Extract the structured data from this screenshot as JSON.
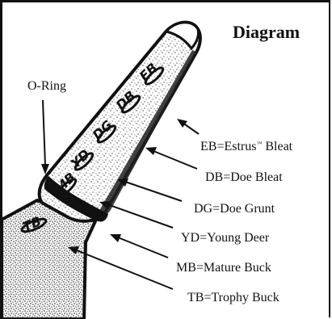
{
  "title": "Diagram",
  "oring_label": "O-Ring",
  "band_codes": [
    "EB",
    "DB",
    "DG",
    "YD",
    "MB",
    "TB"
  ],
  "callouts": [
    {
      "code": "EB",
      "text_before": "EB=Estrus",
      "trademark": "™",
      "text_after": " Bleat"
    },
    {
      "code": "DB",
      "text": "DB=Doe Bleat"
    },
    {
      "code": "DG",
      "text": "DG=Doe Grunt"
    },
    {
      "code": "YD",
      "text": "YD=Young Deer"
    },
    {
      "code": "MB",
      "text": "MB=Mature Buck"
    },
    {
      "code": "TB",
      "text": "TB=Trophy Buck"
    }
  ],
  "colors": {
    "ink": "#111111",
    "background": "#ffffff"
  }
}
